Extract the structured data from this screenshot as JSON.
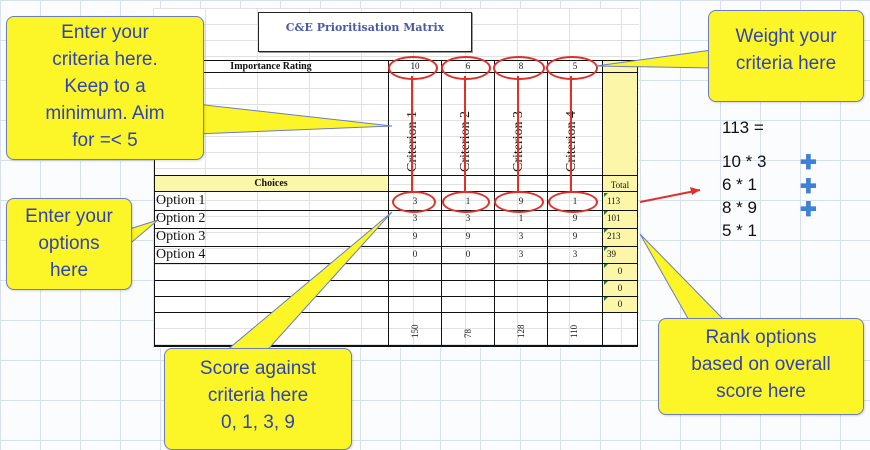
{
  "matrix": {
    "title": "C&E Prioritisation Matrix",
    "importance_label": "Importance Rating",
    "choices_label": "Choices",
    "total_label": "Total",
    "criteria": [
      {
        "name": "Criterion 1",
        "weight": "10"
      },
      {
        "name": "Criterion 2",
        "weight": "6"
      },
      {
        "name": "Criterion 3",
        "weight": "8"
      },
      {
        "name": "Criterion 4",
        "weight": "5"
      }
    ],
    "options": [
      {
        "name": "Option 1",
        "scores": [
          "3",
          "1",
          "9",
          "1"
        ],
        "total": "113"
      },
      {
        "name": "Option 2",
        "scores": [
          "3",
          "3",
          "1",
          "9"
        ],
        "total": "101"
      },
      {
        "name": "Option 3",
        "scores": [
          "9",
          "9",
          "3",
          "9"
        ],
        "total": "213"
      },
      {
        "name": "Option 4",
        "scores": [
          "0",
          "0",
          "3",
          "3"
        ],
        "total": "39"
      }
    ],
    "empty_totals": [
      "0",
      "0",
      "0"
    ],
    "column_totals": [
      "150",
      "78",
      "128",
      "110"
    ]
  },
  "callouts": {
    "criteria": [
      "Enter your",
      "criteria here.",
      "Keep to a",
      "minimum. Aim",
      "for =< 5"
    ],
    "weight": [
      "Weight your",
      "criteria here"
    ],
    "options": [
      "Enter your",
      "options",
      "here"
    ],
    "score": [
      "Score against",
      "criteria here",
      "0, 1, 3, 9"
    ],
    "rank": [
      "Rank options",
      "based on overall",
      "score here"
    ]
  },
  "calculation": {
    "result": "113 =",
    "terms": [
      "10 * 3",
      "6 * 1",
      "8 * 9",
      "5 * 1"
    ]
  },
  "colors": {
    "callout_fill": "#fcf628",
    "callout_text": "#2f44b0",
    "ring": "#e0302a",
    "plus": "#3d82d4",
    "total_fill": "#fbf6a8"
  },
  "icons": {
    "plus": "plus-icon"
  }
}
